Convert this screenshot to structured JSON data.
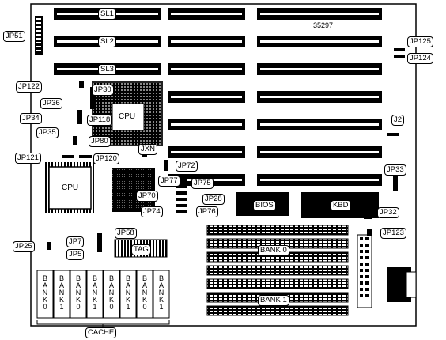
{
  "board_number": "35297",
  "isa_slots": [
    "SL1",
    "SL2",
    "SL3"
  ],
  "memory_banks": [
    "BANK 0",
    "BANK 1"
  ],
  "chips": {
    "cpu_main": "CPU",
    "cpu_socket": "CPU",
    "bios": "BIOS",
    "kbd": "KBD",
    "tag": "TAG"
  },
  "cache": {
    "label": "CACHE",
    "modules": [
      "BANK0",
      "BANK1",
      "BANK0",
      "BANK1",
      "BANK0",
      "BANK1",
      "BANK0",
      "BANK1"
    ]
  },
  "jumpers": {
    "jp51": "JP51",
    "jp125": "JP125",
    "jp124": "JP124",
    "jp122": "JP122",
    "jp30": "JP30",
    "jp36": "JP36",
    "jp34": "JP34",
    "jp118": "JP118",
    "jp35": "JP35",
    "jp80": "JP80",
    "jp121": "JP121",
    "jp120": "JP120",
    "jxn": "JXN",
    "jp72": "JP72",
    "jp77": "JP77",
    "jp75": "JP75",
    "jp70": "JP70",
    "jp28": "JP28",
    "jp74": "JP74",
    "jp76": "JP76",
    "j2": "J2",
    "jp33": "JP33",
    "jp32": "JP32",
    "jp123": "JP123",
    "jp58": "JP58",
    "jp7": "JP7",
    "jp5": "JP5",
    "jp25": "JP25"
  }
}
